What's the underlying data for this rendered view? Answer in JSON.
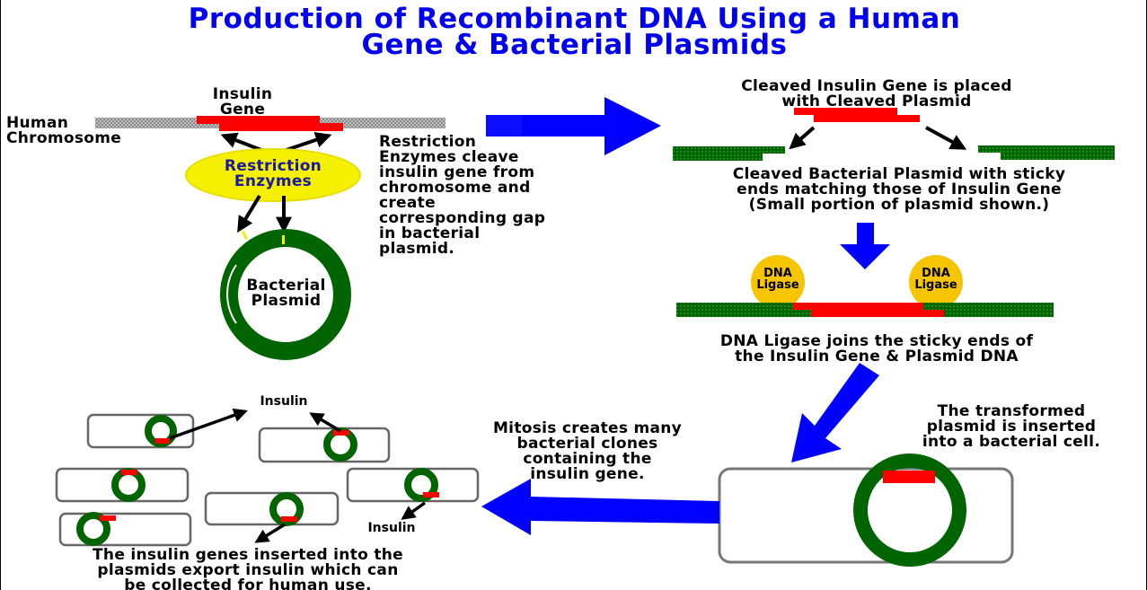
{
  "title": {
    "line1": "Production of Recombinant DNA Using a Human",
    "line2": "Gene & Bacterial Plasmids"
  },
  "labels": {
    "insulin_gene": "Insulin\nGene",
    "human_chromosome": "Human\nChromosome",
    "restriction_enzymes": "Restriction\nEnzymes",
    "restriction_text": "Restriction\nEnzymes cleave\ninsulin gene from\nchromosome and\ncreate\ncorresponding gap\nin bacterial\nplasmid.",
    "bacterial_plasmid": "Bacterial\nPlasmid",
    "cleaved_placed": "Cleaved Insulin Gene is placed\nwith Cleaved Plasmid",
    "cleaved_bacterial": "Cleaved Bacterial Plasmid with sticky\nends matching those of Insulin Gene\n(Small portion of plasmid shown.)",
    "dna_ligase_1": "DNA\nLigase",
    "dna_ligase_2": "DNA\nLigase",
    "ligase_joins": "DNA Ligase joins the sticky ends of\nthe Insulin Gene & Plasmid DNA",
    "transformed": "The transformed\nplasmid is inserted\ninto a bacterial cell.",
    "mitosis": "Mitosis creates many\nbacterial clones\ncontaining the\ninsulin gene.",
    "insulin_top": "Insulin",
    "insulin_bottom": "Insulin",
    "export": "The insulin genes inserted into the\nplasmids export insulin which can\nbe collected for human use."
  },
  "colors": {
    "title": "#0000ee",
    "gene_red": "#ff0000",
    "plasmid_green": "#006400",
    "chromosome_gray": "#9a9a9a",
    "enzyme_yellow": "#f5f000",
    "ligase_orange": "#f7c400",
    "arrow_blue": "#0000ff"
  }
}
